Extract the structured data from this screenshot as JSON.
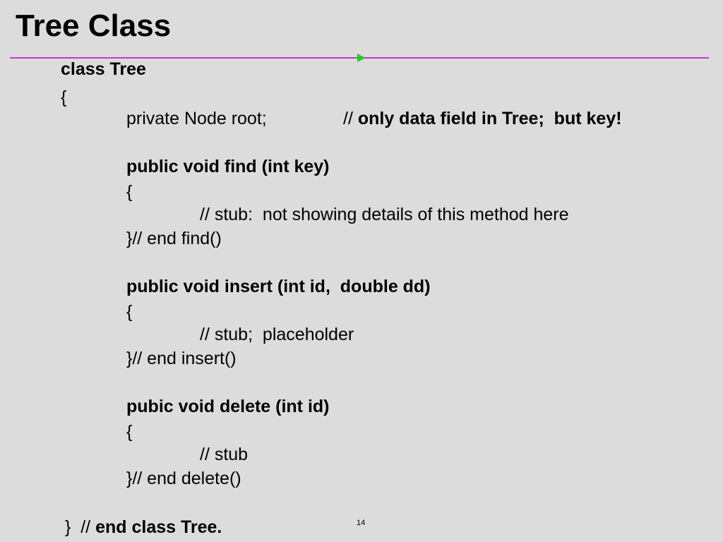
{
  "slide": {
    "title": "Tree Class",
    "page_number": "14"
  },
  "code": {
    "class_decl": "class Tree",
    "open_brace": "{",
    "field_code": "private Node root;",
    "field_comment_prefix": "// ",
    "field_comment": "only data field in Tree;  but key!",
    "find_sig": "public void find (int key)",
    "find_open": "{",
    "find_body": "// stub:  not showing details of this method here",
    "find_close": "}// end find()",
    "insert_sig": "public void insert (int id,  double dd)",
    "insert_open": "{",
    "insert_body": "// stub;  placeholder",
    "insert_close": "}// end insert()",
    "delete_sig": "pubic void delete (int id)",
    "delete_open": "{",
    "delete_body": "// stub",
    "delete_close": "}// end delete()",
    "end_prefix": "}  // ",
    "end_comment": "end class Tree."
  },
  "colors": {
    "background": "#dcdcdc",
    "rule": "#cc33cc",
    "arrow": "#22cc22"
  }
}
